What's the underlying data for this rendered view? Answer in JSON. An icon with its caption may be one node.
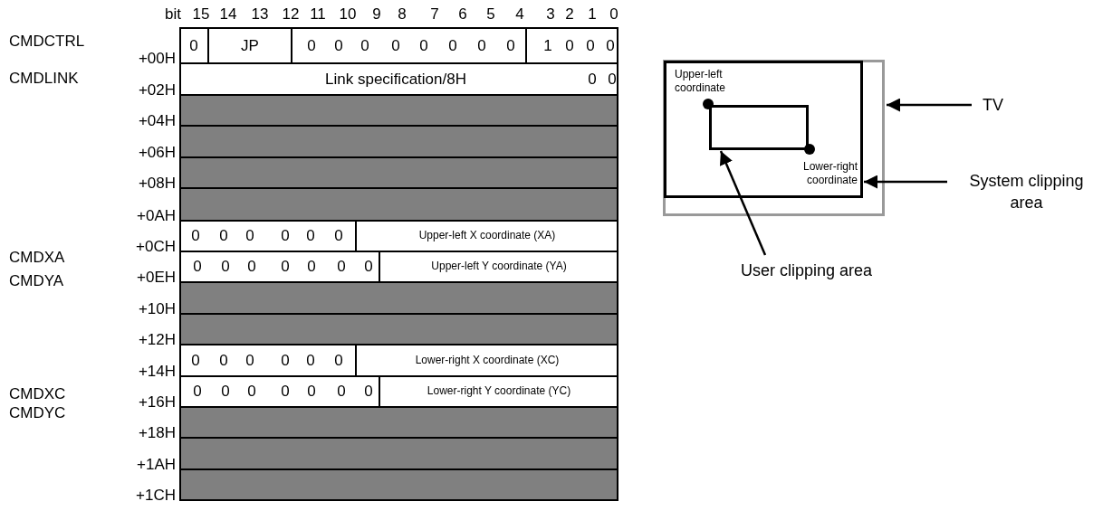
{
  "diagram": {
    "nodes": [
      {
        "text": [],
        "shape": "box"
      },
      {
        "text": [],
        "shape": "box",
        "in": 0
      },
      {
        "text": [],
        "shape": "box",
        "in": 1,
        "beside": [
          "Upper-left coordinate",
          "Lower-right coordinate"
        ]
      },
      {
        "text": [
          "TV"
        ]
      },
      {
        "text": [
          "System clipping area"
        ]
      },
      {
        "text": [
          "User clipping area"
        ]
      }
    ],
    "edges": [
      {
        "from": 3,
        "to": 0,
        "arrow": "to"
      },
      {
        "from": 4,
        "to": 1,
        "arrow": "to"
      },
      {
        "from": 5,
        "to": 2,
        "arrow": "to"
      }
    ],
    "labels": [
      "bit",
      "15",
      "14",
      "13",
      "12",
      "11",
      "10",
      "9",
      "8",
      "7",
      "6",
      "5",
      "4",
      "3",
      "2",
      "1",
      "0",
      "CMDCTRL",
      "+00H",
      "0",
      "JP",
      "0",
      "0",
      "0",
      "0",
      "0",
      "0",
      "0",
      "0",
      "1",
      "0",
      "0",
      "0",
      "CMDLINK",
      "+02H",
      "Link specification/8H",
      "0",
      "0",
      "+04H",
      "+06H",
      "+08H",
      "+0AH",
      "CMDXA",
      "+0CH",
      "0",
      "0",
      "0",
      "0",
      "0",
      "0",
      "Upper-left X coordinate (XA)",
      "CMDYA",
      "+0EH",
      "0",
      "0",
      "0",
      "0",
      "0",
      "0",
      "0",
      "Upper-left Y coordinate (YA)",
      "+10H",
      "+12H",
      "CMDXC",
      "+14H",
      "0",
      "0",
      "0",
      "0",
      "0",
      "0",
      "Lower-right X coordinate (XC)",
      "CMDYC",
      "+16H",
      "0",
      "0",
      "0",
      "0",
      "0",
      "0",
      "0",
      "Lower-right Y coordinate (YC)",
      "+18H",
      "+1AH",
      "+1CH"
    ]
  }
}
